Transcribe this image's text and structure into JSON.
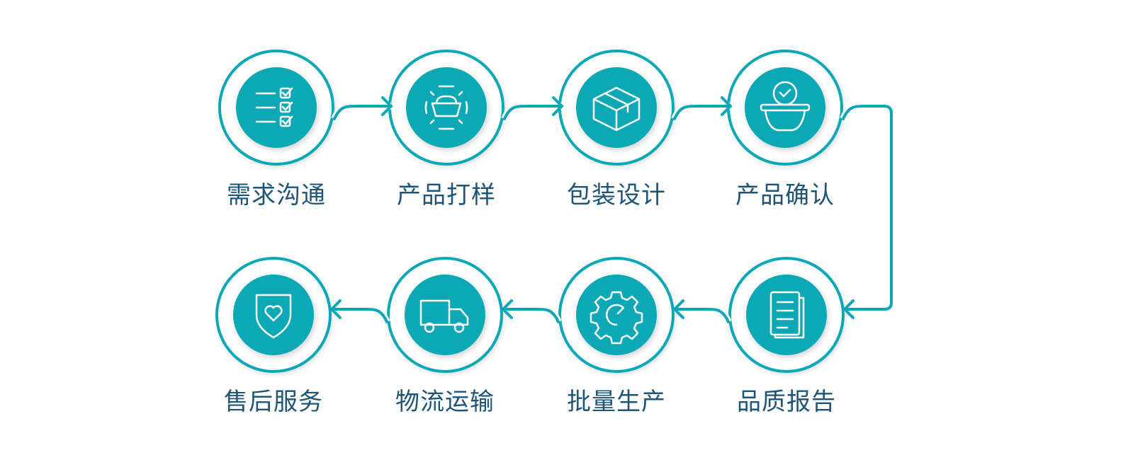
{
  "colors": {
    "accent": "#0aa8b6",
    "text": "#1d5478"
  },
  "steps": [
    {
      "label": "需求沟通",
      "icon": "checklist-icon"
    },
    {
      "label": "产品打样",
      "icon": "bowl-sample-icon"
    },
    {
      "label": "包装设计",
      "icon": "box-icon"
    },
    {
      "label": "产品确认",
      "icon": "bowl-check-icon"
    },
    {
      "label": "品质报告",
      "icon": "document-icon"
    },
    {
      "label": "批量生产",
      "icon": "gear-icon"
    },
    {
      "label": "物流运输",
      "icon": "truck-icon"
    },
    {
      "label": "售后服务",
      "icon": "shield-heart-icon"
    }
  ]
}
